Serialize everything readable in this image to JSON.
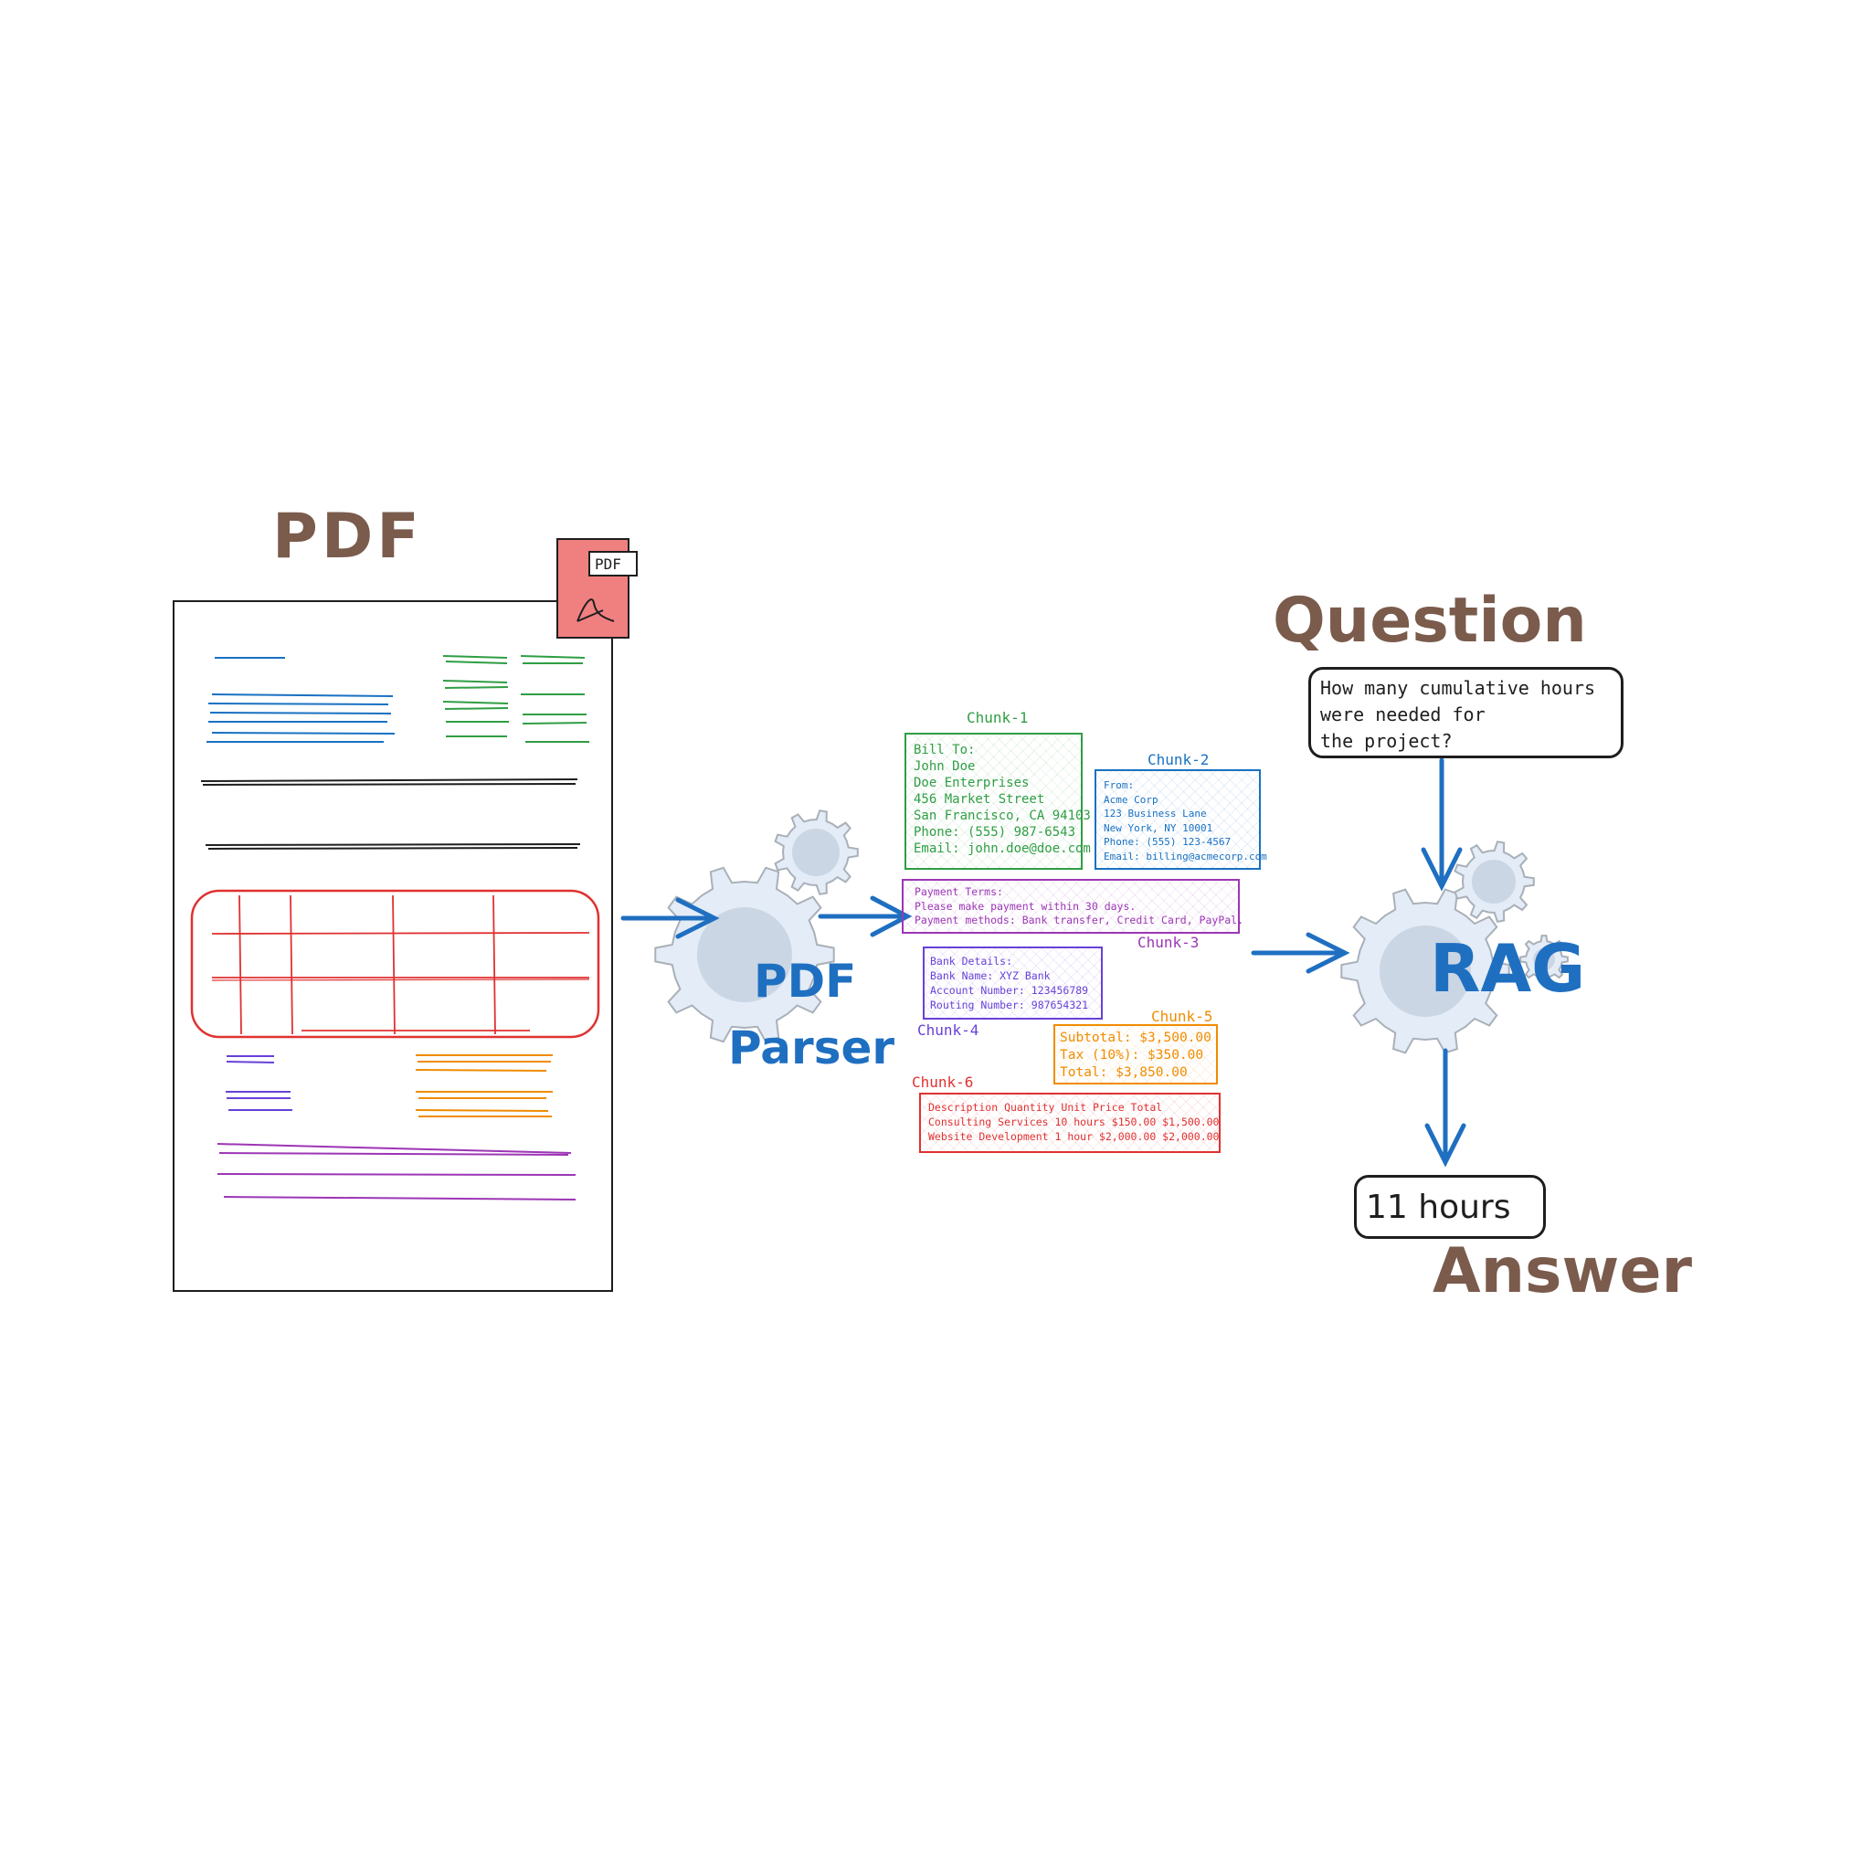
{
  "pdf_section": {
    "title": "PDF",
    "file_icon_label": "PDF"
  },
  "parser": {
    "label_line1": "PDF",
    "label_line2": "Parser"
  },
  "chunks": [
    {
      "label": "Chunk-1",
      "color": "#2f9e44",
      "lines": [
        "Bill To:",
        "John Doe",
        "Doe Enterprises",
        "456 Market Street",
        "San Francisco, CA 94103",
        "Phone: (555) 987-6543",
        "Email: john.doe@doe.com"
      ]
    },
    {
      "label": "Chunk-2",
      "color": "#1971c2",
      "lines": [
        "From:",
        "Acme Corp",
        "123 Business Lane",
        "New York, NY 10001",
        "Phone: (555) 123-4567",
        "Email: billing@acmecorp.com"
      ]
    },
    {
      "label": "Chunk-3",
      "color": "#9c36b5",
      "lines": [
        "Payment Terms:",
        "Please make payment within 30 days.",
        "Payment methods: Bank transfer, Credit Card, PayPal."
      ]
    },
    {
      "label": "Chunk-4",
      "color": "#6741d9",
      "lines": [
        "Bank Details:",
        "Bank Name: XYZ Bank",
        "Account Number: 123456789",
        "Routing Number: 987654321"
      ]
    },
    {
      "label": "Chunk-5",
      "color": "#f08c00",
      "lines": [
        "Subtotal: $3,500.00",
        "Tax (10%): $350.00",
        "Total: $3,850.00"
      ]
    },
    {
      "label": "Chunk-6",
      "color": "#e03131",
      "lines": [
        "Description Quantity Unit Price Total",
        "Consulting Services 10 hours $150.00 $1,500.00",
        "Website Development 1 hour $2,000.00 $2,000.00"
      ]
    }
  ],
  "rag": {
    "label": "RAG"
  },
  "question": {
    "title": "Question",
    "lines": [
      "How many cumulative hours",
      "were needed for",
      "the project?"
    ]
  },
  "answer": {
    "title": "Answer",
    "value": "11 hours"
  },
  "colors": {
    "brown_title": "#7a5b4c",
    "arrow_blue": "#1f6fc1",
    "gear_fill": "#e3ecf7",
    "gear_stroke": "#a9b0b8",
    "pdf_icon_fill": "#f08080"
  }
}
